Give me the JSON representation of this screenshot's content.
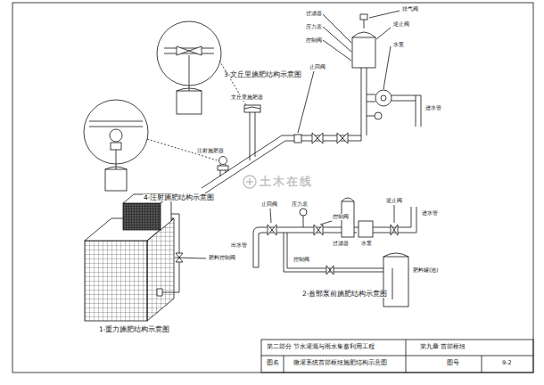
{
  "diagram": {
    "labels": [
      "3-文丘里施肥结构示意图",
      "文丘里施肥器",
      "排气阀",
      "过滤器",
      "压力表",
      "控制阀",
      "逆止阀",
      "水泵",
      "止回阀",
      "进水管",
      "注射施肥器",
      "4-注射施肥结构示意图",
      "止回阀",
      "压力表",
      "控制阀",
      "过滤器",
      "水泵",
      "逆止阀",
      "进水管",
      "肥料罐(池)",
      "出水管",
      "控制阀",
      "2-首部泵前施肥结构示意图",
      "肥料控制阀",
      "1-重力施肥结构示意图",
      "土木在线",
      "第二部分 节水灌溉与雨水集蓄利用工程",
      "第九章 首部枢纽",
      "图名",
      "微灌系统首部枢纽施肥结构示意图",
      "图号",
      "9-2"
    ]
  }
}
